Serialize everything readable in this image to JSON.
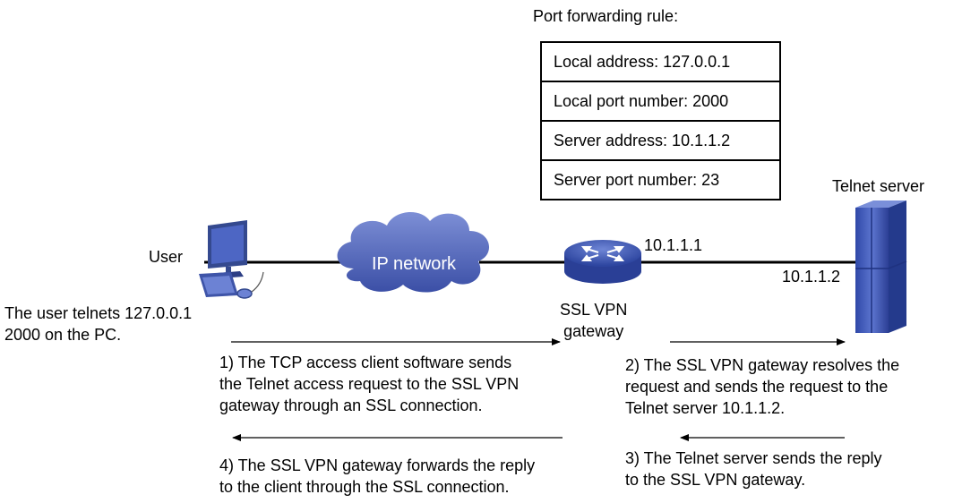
{
  "rule_title": "Port forwarding rule:",
  "rules": [
    "Local address: 127.0.0.1",
    "Local port number: 2000",
    "Server address: 10.1.1.2",
    "Server port number: 23"
  ],
  "nodes": {
    "user": "User",
    "cloud": "IP network",
    "gateway": "SSL VPN\ngateway",
    "server": "Telnet server"
  },
  "ip": {
    "gateway": "10.1.1.1",
    "server": "10.1.1.2"
  },
  "user_note": "The user telnets 127.0.0.1\n2000 on the PC.",
  "steps": {
    "step1": "1) The TCP access client software sends\nthe Telnet access request to the SSL VPN\ngateway through an SSL connection.",
    "step2": "2) The SSL VPN gateway resolves the\nrequest and sends the request to the\nTelnet server 10.1.1.2.",
    "step3": "3) The Telnet server sends the reply\nto the SSL VPN gateway.",
    "step4": "4) The SSL VPN gateway forwards the reply\nto the client through the SSL connection."
  },
  "colors": {
    "device_blue": "#3a55b0",
    "cloud_blue": "#5b70c0"
  }
}
